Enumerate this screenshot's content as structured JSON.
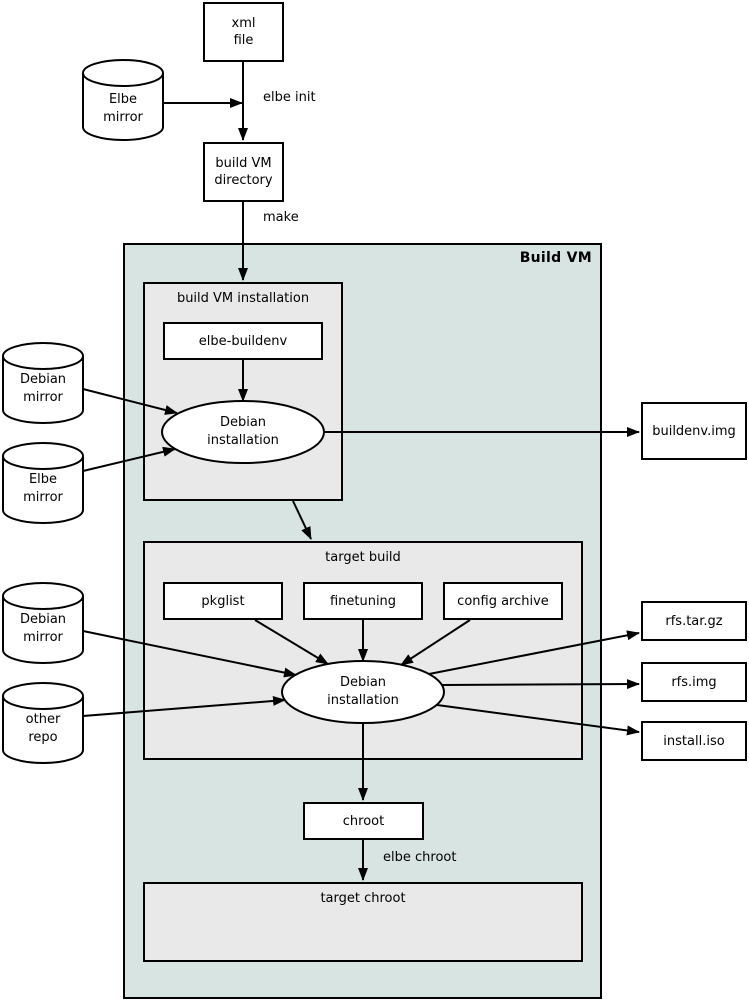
{
  "diagram": {
    "vm": {
      "title": "Build VM"
    },
    "clusters": {
      "build_vm_installation": "build VM installation",
      "target_build": "target build",
      "target_chroot": "target chroot"
    },
    "nodes": {
      "xml_file": "xml\nfile",
      "build_vm_directory": "build VM\ndirectory",
      "elbe_buildenv": "elbe-buildenv",
      "debian_installation_1": "Debian\ninstallation",
      "pkglist": "pkglist",
      "finetuning": "finetuning",
      "config_archive": "config archive",
      "debian_installation_2": "Debian\ninstallation",
      "chroot": "chroot"
    },
    "sources": {
      "elbe_mirror_top": "Elbe\nmirror",
      "debian_mirror_upper": "Debian\nmirror",
      "elbe_mirror_lower": "Elbe\nmirror",
      "debian_mirror_lower": "Debian\nmirror",
      "other_repo": "other\nrepo"
    },
    "outputs": {
      "buildenv_img": "buildenv.img",
      "rfs_tar_gz": "rfs.tar.gz",
      "rfs_img": "rfs.img",
      "install_iso": "install.iso"
    },
    "edge_labels": {
      "elbe_init": "elbe init",
      "make": "make",
      "elbe_chroot": "elbe chroot"
    },
    "colors": {
      "vm_background": "#d8e4e2",
      "cluster_background": "#e9e9e9",
      "node_background": "#ffffff",
      "line": "#000000"
    }
  }
}
